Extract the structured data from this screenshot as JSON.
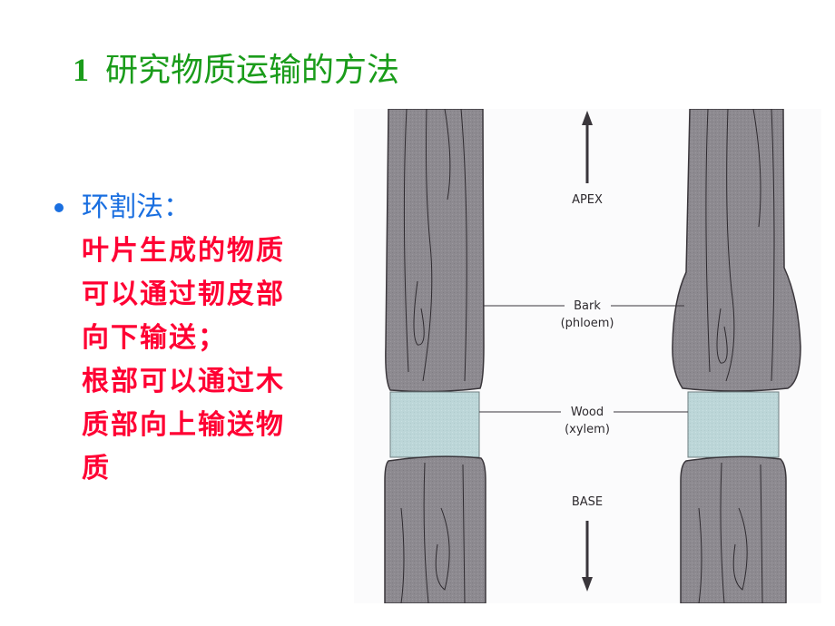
{
  "slide": {
    "title_number": "1",
    "title_text": "研究物质运输的方法",
    "bullet": {
      "heading": "环割法：",
      "lines": [
        "叶片生成的物质",
        "可以通过韧皮部",
        "向下输送；",
        "根部可以通过木",
        "质部向上输送物",
        "质"
      ]
    }
  },
  "figure": {
    "labels": {
      "apex": "APEX",
      "bark": "Bark",
      "phloem": "(phloem)",
      "wood": "Wood",
      "xylem": "(xylem)",
      "base": "BASE"
    },
    "colors": {
      "bark": "#8d8a90",
      "bark_outline": "#3a363b",
      "xylem": "#bcd6d8",
      "background": "#fbfbfc"
    }
  },
  "colors": {
    "title": "#1a9c1a",
    "bullet_heading": "#1a6fe0",
    "body_text": "#ff0033"
  }
}
